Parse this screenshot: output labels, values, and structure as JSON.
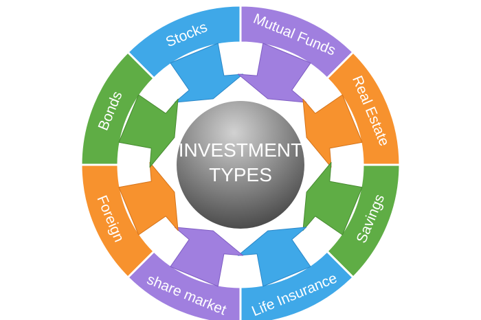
{
  "center": {
    "line1": "INVESTMENT",
    "line2": "TYPES"
  },
  "segments": [
    {
      "label": "Stocks",
      "color": "#3fa8e8",
      "dark": "#2a86c7"
    },
    {
      "label": "Mutual Funds",
      "color": "#a07fdf",
      "dark": "#7e5cc2"
    },
    {
      "label": "Real Estate",
      "color": "#f7922e",
      "dark": "#d4731a"
    },
    {
      "label": "Savings",
      "color": "#5fad45",
      "dark": "#468a30"
    },
    {
      "label": "Life Insurance",
      "color": "#3fa8e8",
      "dark": "#2a86c7"
    },
    {
      "label": "share market",
      "color": "#a07fdf",
      "dark": "#7e5cc2"
    },
    {
      "label": "Foreign",
      "color": "#f7922e",
      "dark": "#d4731a"
    },
    {
      "label": "Bonds",
      "color": "#5fad45",
      "dark": "#468a30"
    }
  ],
  "colors": {
    "center_light": "#d2d2d2",
    "center_dark": "#3a3a3a",
    "separator": "#ffffff"
  }
}
